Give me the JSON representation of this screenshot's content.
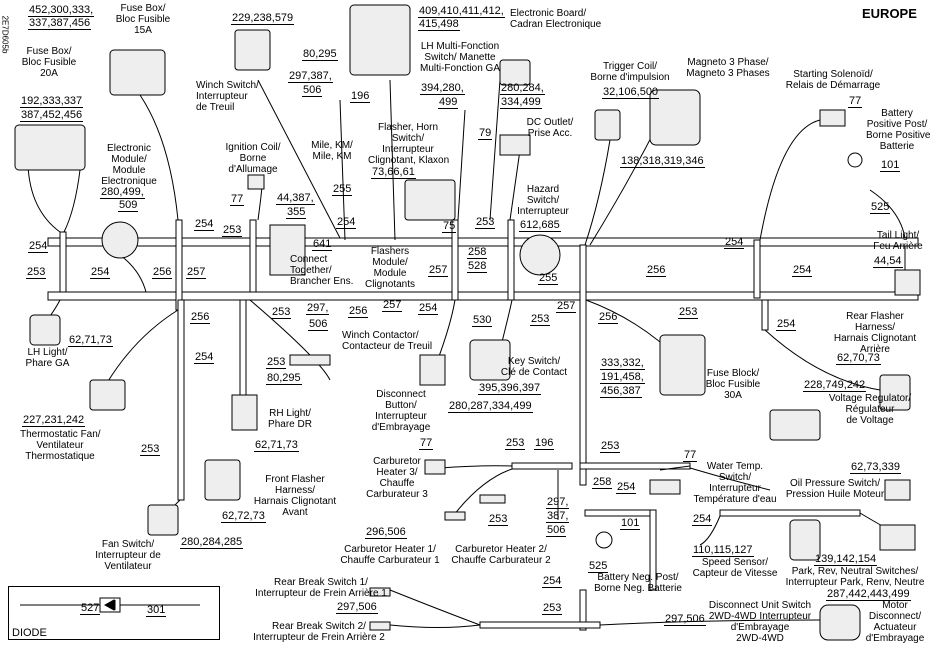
{
  "header": {
    "title": "EUROPE",
    "code": "2E7D605b"
  },
  "labels": {
    "fuse15_t": "Fuse Box/",
    "fuse15_b": "Bloc Fusible",
    "fuse15_c": "15A",
    "fuse20_t": "Fuse Box/",
    "fuse20_b": "Bloc Fusible",
    "fuse20_c": "20A",
    "elec_board_a": "Electronic Board/",
    "elec_board_b": "Cadran Electronique",
    "lh_multi_a": "LH Multi-Fonction",
    "lh_multi_b": "Switch/ Manette",
    "lh_multi_c": "Multi-Fonction GA",
    "winch_sw_a": "Winch Switch/",
    "winch_sw_b": "Interrupteur",
    "winch_sw_c": "de Treuil",
    "mile_a": "Mile, KM/",
    "mile_b": "Mile, KM",
    "ecm_a": "Electronic",
    "ecm_b": "Module/",
    "ecm_c": "Module",
    "ecm_d": "Electronique",
    "ign_a": "Ignition Coil/",
    "ign_b": "Borne",
    "ign_c": "d'Allumage",
    "flasher_horn_a": "Flasher, Horn",
    "flasher_horn_b": "Switch/",
    "flasher_horn_c": "Interrupteur",
    "flasher_horn_d": "Clignotant, Klaxon",
    "dc_outlet_a": "DC Outlet/",
    "dc_outlet_b": "Prise Acc.",
    "trigger_a": "Trigger Coil/",
    "trigger_b": "Borne d'impulsion",
    "magneto_a": "Magneto 3 Phase/",
    "magneto_b": "Magneto 3 Phases",
    "starting_a": "Starting Solenoïd/",
    "starting_b": "Relais de Démarrage",
    "battery_pos_a": "Battery",
    "battery_pos_b": "Positive Post/",
    "battery_pos_c": "Borne Positive",
    "battery_pos_d": "Batterie",
    "hazard_a": "Hazard",
    "hazard_b": "Switch/",
    "hazard_c": "Interrupteur",
    "connect_a": "Connect",
    "connect_b": "Together/",
    "connect_c": "Brancher Ens.",
    "flashers_a": "Flashers",
    "flashers_b": "Module/",
    "flashers_c": "Module",
    "flashers_d": "Clignotants",
    "tail_a": "Tail Light/",
    "tail_b": "Feu Arrière",
    "lh_light_a": "LH Light/",
    "lh_light_b": "Phare GA",
    "winch_cont_a": "Winch Contactor/",
    "winch_cont_b": "Contacteur de Treuil",
    "rear_flasher_a": "Rear Flasher",
    "rear_flasher_b": "Harness/",
    "rear_flasher_c": "Harnais Clignotant",
    "rear_flasher_d": "Arrière",
    "key_a": "Key Switch/",
    "key_b": "Clé de Contact",
    "disconnect_a": "Disconnect",
    "disconnect_b": "Button/",
    "disconnect_c": "Interrupteur",
    "disconnect_d": "d'Embrayage",
    "thermo_a": "Thermostatic Fan/",
    "thermo_b": "Ventilateur",
    "thermo_c": "Thermostatique",
    "rh_light_a": "RH Light/",
    "rh_light_b": "Phare DR",
    "fuse30_a": "Fuse Block/",
    "fuse30_b": "Bloc Fusible",
    "fuse30_c": "30A",
    "volt_a": "Voltage Regulator/",
    "volt_b": "Régulateur",
    "volt_c": "de Voltage",
    "front_flasher_a": "Front Flasher",
    "front_flasher_b": "Harness/",
    "front_flasher_c": "Harnais Clignotant",
    "front_flasher_d": "Avant",
    "carb3_a": "Carburetor",
    "carb3_b": "Heater 3/",
    "carb3_c": "Chauffe",
    "carb3_d": "Carburateur 3",
    "water_a": "Water Temp.",
    "water_b": "Switch/",
    "water_c": "Interrupteur",
    "water_d": "Température d'eau",
    "oil_a": "Oil Pressure Switch/",
    "oil_b": "Pression Huile Moteur",
    "fan_a": "Fan Switch/",
    "fan_b": "Interrupteur de",
    "fan_c": "Ventilateur",
    "carb1_a": "Carburetor Heater 1/",
    "carb1_b": "Chauffe Carburateur 1",
    "carb2_a": "Carburetor Heater 2/",
    "carb2_b": "Chauffe Carburateur 2",
    "speed_a": "Speed Sensor/",
    "speed_b": "Capteur de Vitesse",
    "park_a": "Park, Rev, Neutral Switches/",
    "park_b": "Interrupteur Park, Renv, Neutre",
    "battery_neg_a": "Battery Neg. Post/",
    "battery_neg_b": "Borne Neg. Batterie",
    "rear_break1_a": "Rear Break Switch 1/",
    "rear_break1_b": "Interrupteur de Frein Arrière 1",
    "rear_break2_a": "Rear Break Switch 2/",
    "rear_break2_b": "Interrupteur de Frein Arrière 2",
    "disc_unit_a": "Disconnect Unit Switch",
    "disc_unit_b": "2WD-4WD Interrupteur",
    "disc_unit_c": "d'Embrayage",
    "disc_unit_d": "2WD-4WD",
    "motor_a": "Motor",
    "motor_b": "Disconnect/",
    "motor_c": "Actuateur",
    "motor_d": "d'Embrayage",
    "diode": "DIODE"
  },
  "refs": {
    "r1": "452,300,333,",
    "r2": "337,387,456",
    "r3": "229,238,579",
    "r4": "409,410,411,412,",
    "r5": "415,498",
    "r6": "192,333,337",
    "r7": "387,452,456",
    "r8": "80,295",
    "r9": "297,387,",
    "r10": "506",
    "r11": "196",
    "r12": "394,280,",
    "r13": "499",
    "r14": "280,284,",
    "r15": "334,499",
    "r16": "32,106,500",
    "r17": "77",
    "r18": "79",
    "r19": "73,66,61",
    "r20": "280,499,",
    "r21": "509",
    "r22": "77",
    "r23": "44,387,",
    "r24": "355",
    "r25": "255",
    "r26": "254",
    "r27": "138,318,319,346",
    "r28": "101",
    "r29": "525",
    "r30": "612,685",
    "r31": "641",
    "r32": "75",
    "r33": "258",
    "r34": "528",
    "r35": "254",
    "r36": "254",
    "r37": "253",
    "r38": "253",
    "r39": "256",
    "r40": "257",
    "r41": "255",
    "r42": "253",
    "r43": "256",
    "r44": "254",
    "r45": "256",
    "r46": "254",
    "r47": "44,54",
    "r48": "253",
    "r49": "254",
    "r50": "257",
    "r51": "297,",
    "r52": "506",
    "r53": "257",
    "r54": "254",
    "r55": "530",
    "r56": "253",
    "r57": "257",
    "r58": "256",
    "r59": "253",
    "r60": "254",
    "r61": "62,71,73",
    "r62": "253",
    "r63": "256",
    "r64": "80,295",
    "r65": "254",
    "r66": "62,70,73",
    "r67": "395,396,397",
    "r68": "333,332,",
    "r69": "191,458,",
    "r70": "456,387",
    "r71": "228,749,242",
    "r72": "280,287,334,499",
    "r73": "227,231,242",
    "r74": "62,71,73",
    "r75": "253",
    "r76": "196",
    "r77": "253",
    "r78": "77",
    "r79": "77",
    "r80": "62,72,73",
    "r81": "258",
    "r82": "254",
    "r83": "62,73,339",
    "r84": "253",
    "r85": "297,",
    "r86": "387,",
    "r87": "506",
    "r88": "254",
    "r89": "296,506",
    "r90": "101",
    "r91": "280,284,285",
    "r92": "253",
    "r93": "110,115,127",
    "r94": "139,142,154",
    "r95": "525",
    "r96": "254",
    "r97": "287,442,443,499",
    "r98": "297,506",
    "r99": "253",
    "r100": "297,506",
    "r101": "527",
    "r102": "301"
  }
}
